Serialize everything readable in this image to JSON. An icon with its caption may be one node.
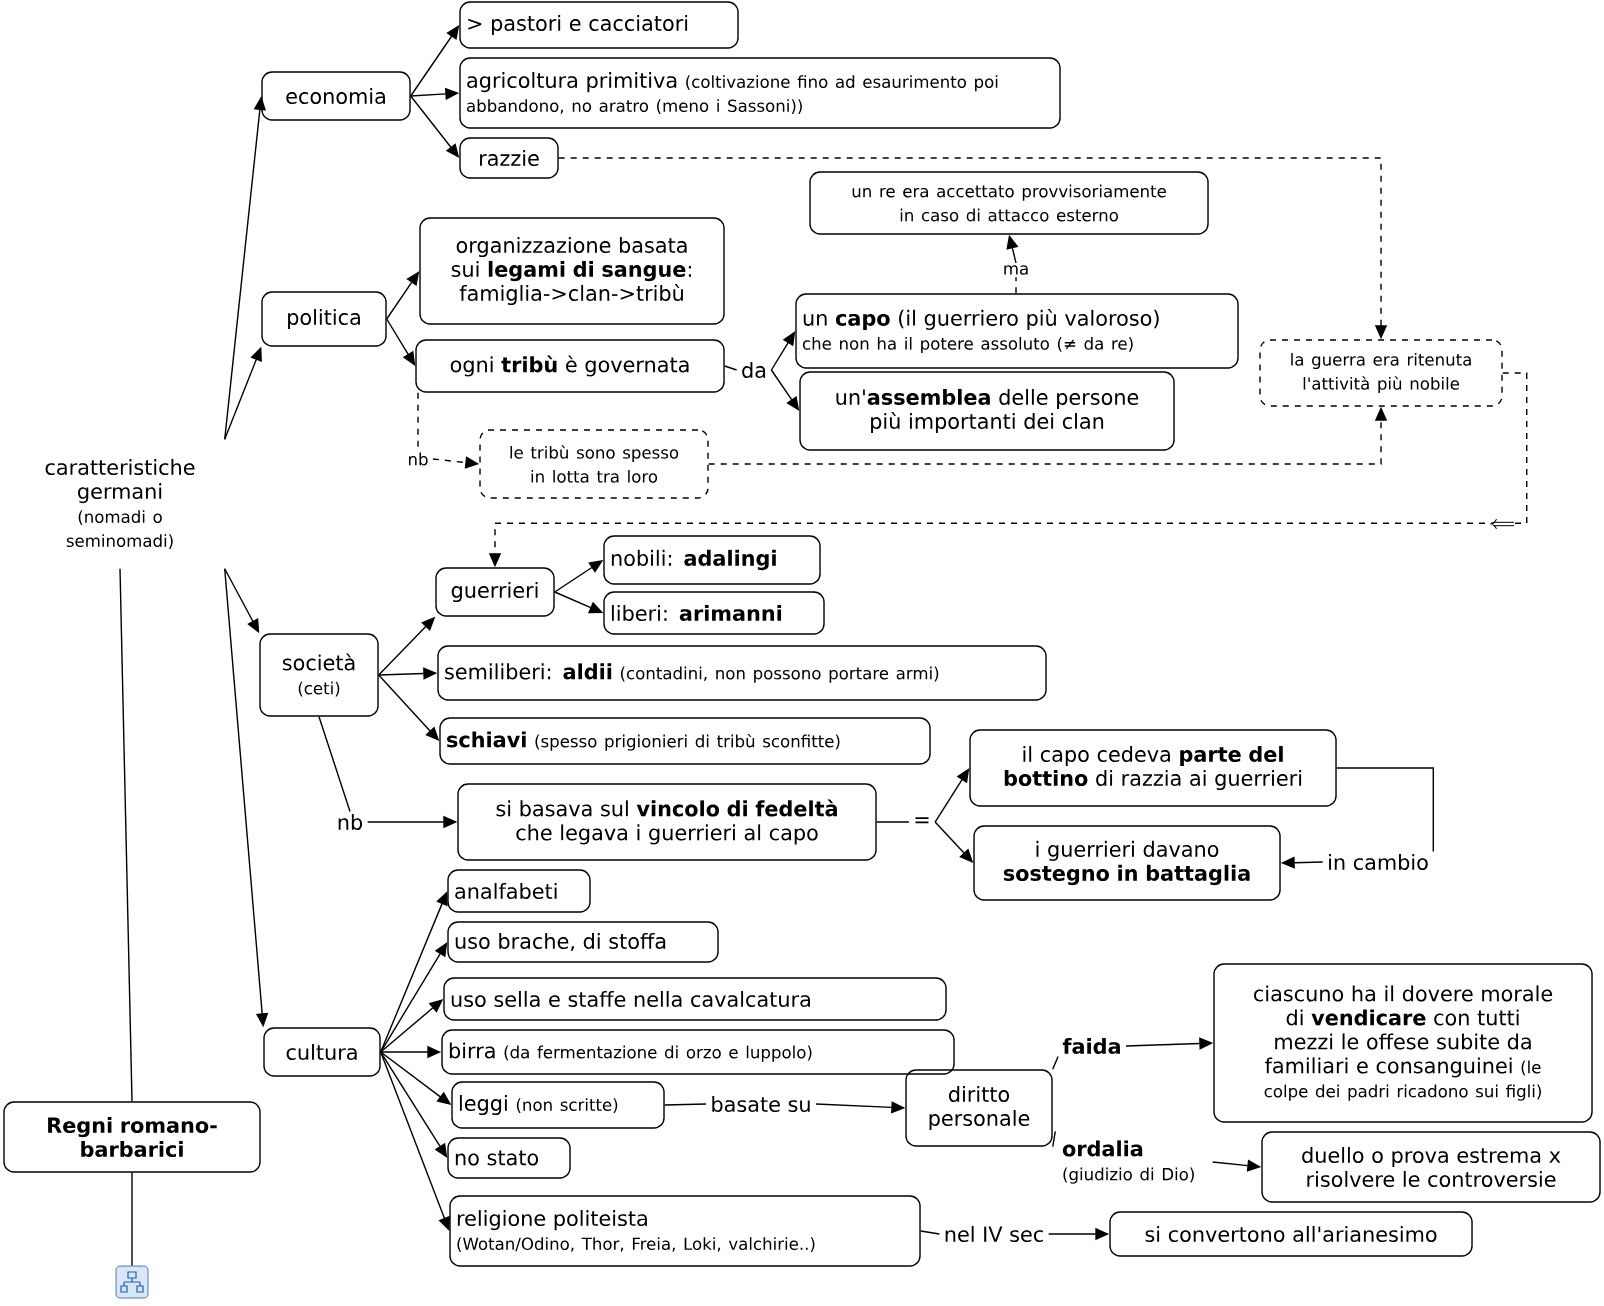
{
  "diagram": {
    "nodes": [
      {
        "text": [
          "caratteristiche germani",
          "(nomadi o seminomadi)"
        ]
      },
      {
        "text": [
          "economia"
        ]
      },
      {
        "text": [
          "> pastori e cacciatori"
        ]
      },
      {
        "text": [
          "agricoltura primitiva",
          "(coltivazione fino ad esaurimento poi abbandono, no aratro (meno i Sassoni))"
        ]
      },
      {
        "text": [
          "razzie"
        ]
      },
      {
        "text": [
          "politica"
        ]
      },
      {
        "text": [
          "organizzazione basata sui **legami di sangue**: famiglia->clan->tribù"
        ]
      },
      {
        "text": [
          "ogni **tribù** è governata"
        ]
      },
      {
        "text": [
          "da"
        ]
      },
      {
        "text": [
          "un **capo** (il guerriero più valoroso)",
          "che non ha il potere assoluto (≠ da re)"
        ]
      },
      {
        "text": [
          "un'**assemblea** delle persone più importanti dei clan"
        ]
      },
      {
        "text": [
          "ma"
        ]
      },
      {
        "text": [
          "un re era accettato provvisoriamente in caso di attacco esterno"
        ]
      },
      {
        "text": [
          "nb"
        ]
      },
      {
        "text": [
          "le tribù sono spesso in lotta tra loro"
        ]
      },
      {
        "text": [
          "la guerra era ritenuta l'attività più nobile"
        ]
      },
      {
        "text": [
          "società",
          "(ceti)"
        ]
      },
      {
        "text": [
          "guerrieri"
        ]
      },
      {
        "text": [
          "nobili: **adalingi**"
        ]
      },
      {
        "text": [
          "liberi: **arimanni**"
        ]
      },
      {
        "text": [
          "semiliberi: **aldii**",
          "(contadini, non possono portare armi)"
        ]
      },
      {
        "text": [
          "schiavi",
          "(spesso prigionieri di tribù sconfitte)"
        ]
      },
      {
        "text": [
          "nb"
        ]
      },
      {
        "text": [
          "si basava sul **vincolo di fedeltà** che legava i guerrieri al capo"
        ]
      },
      {
        "text": [
          "="
        ]
      },
      {
        "text": [
          "il capo cedeva **parte del bottino** di razzia ai guerrieri"
        ]
      },
      {
        "text": [
          "i guerrieri davano **sostegno in battaglia**"
        ]
      },
      {
        "text": [
          "in cambio"
        ]
      },
      {
        "text": [
          "cultura"
        ]
      },
      {
        "text": [
          "analfabeti"
        ]
      },
      {
        "text": [
          "uso brache, di stoffa"
        ]
      },
      {
        "text": [
          "uso sella e staffe nella cavalcatura"
        ]
      },
      {
        "text": [
          "birra",
          "(da fermentazione di orzo e luppolo)"
        ]
      },
      {
        "text": [
          "leggi",
          "(non scritte)"
        ]
      },
      {
        "text": [
          "no stato"
        ]
      },
      {
        "text": [
          "religione politeista",
          "(Wotan/Odino, Thor, Freia, Loki, valchirie..)"
        ]
      },
      {
        "text": [
          "basate su"
        ]
      },
      {
        "text": [
          "diritto personale"
        ]
      },
      {
        "text": [
          "faida"
        ]
      },
      {
        "text": [
          "ciascuno ha il dovere morale di **vendicare** con tutti mezzi le offese subite da familiari e consanguinei",
          "(le colpe dei padri ricadono sui figli)"
        ]
      },
      {
        "text": [
          "ordalia",
          "(giudizio di Dio)"
        ]
      },
      {
        "text": [
          "duello o prova estrema x risolvere le controversie"
        ]
      },
      {
        "text": [
          "nel IV sec"
        ]
      },
      {
        "text": [
          "si convertono all'arianesimo"
        ]
      },
      {
        "text": [
          "Regni romano-barbarici"
        ]
      },
      {
        "text": [],
        "shape": "box"
      }
    ],
    "edges": [
      {
        "from": 0,
        "to": 1,
        "arrow": "to"
      },
      {
        "from": 0,
        "to": 5,
        "arrow": "to"
      },
      {
        "from": 0,
        "to": 16,
        "arrow": "to"
      },
      {
        "from": 0,
        "to": 28,
        "arrow": "to"
      },
      {
        "from": 0,
        "to": 44,
        "arrow": "none"
      },
      {
        "from": 44,
        "to": 45,
        "arrow": "none"
      },
      {
        "from": 1,
        "to": 2,
        "arrow": "to"
      },
      {
        "from": 1,
        "to": 3,
        "arrow": "to"
      },
      {
        "from": 1,
        "to": 4,
        "arrow": "to"
      },
      {
        "from": 4,
        "to": 15,
        "arrow": "to",
        "style": "dashed"
      },
      {
        "from": 5,
        "to": 6,
        "arrow": "to"
      },
      {
        "from": 5,
        "to": 7,
        "arrow": "to"
      },
      {
        "from": 7,
        "to": 8,
        "arrow": "none"
      },
      {
        "from": 8,
        "to": 9,
        "arrow": "to"
      },
      {
        "from": 8,
        "to": 10,
        "arrow": "to"
      },
      {
        "from": 9,
        "to": 11,
        "arrow": "none",
        "style": "dashed"
      },
      {
        "from": 11,
        "to": 12,
        "arrow": "to"
      },
      {
        "from": 7,
        "to": 13,
        "arrow": "none",
        "style": "dashed"
      },
      {
        "from": 13,
        "to": 14,
        "arrow": "to",
        "style": "dashed"
      },
      {
        "from": 14,
        "to": 15,
        "arrow": "to",
        "style": "dashed"
      },
      {
        "from": 15,
        "to": 17,
        "arrow": "to",
        "style": "dashed"
      },
      {
        "from": 16,
        "to": 17,
        "arrow": "to"
      },
      {
        "from": 16,
        "to": 20,
        "arrow": "to"
      },
      {
        "from": 16,
        "to": 21,
        "arrow": "to"
      },
      {
        "from": 17,
        "to": 18,
        "arrow": "to"
      },
      {
        "from": 17,
        "to": 19,
        "arrow": "to"
      },
      {
        "from": 16,
        "to": 22,
        "arrow": "none"
      },
      {
        "from": 22,
        "to": 23,
        "arrow": "to"
      },
      {
        "from": 23,
        "to": 24,
        "arrow": "none"
      },
      {
        "from": 24,
        "to": 25,
        "arrow": "to"
      },
      {
        "from": 24,
        "to": 26,
        "arrow": "to"
      },
      {
        "from": 25,
        "to": 27,
        "arrow": "none"
      },
      {
        "from": 27,
        "to": 26,
        "arrow": "to"
      },
      {
        "from": 28,
        "to": 29,
        "arrow": "to"
      },
      {
        "from": 28,
        "to": 30,
        "arrow": "to"
      },
      {
        "from": 28,
        "to": 31,
        "arrow": "to"
      },
      {
        "from": 28,
        "to": 32,
        "arrow": "to"
      },
      {
        "from": 28,
        "to": 33,
        "arrow": "to"
      },
      {
        "from": 28,
        "to": 34,
        "arrow": "to"
      },
      {
        "from": 28,
        "to": 35,
        "arrow": "to"
      },
      {
        "from": 33,
        "to": 36,
        "arrow": "none"
      },
      {
        "from": 36,
        "to": 37,
        "arrow": "to"
      },
      {
        "from": 37,
        "to": 38,
        "arrow": "none"
      },
      {
        "from": 38,
        "to": 39,
        "arrow": "to"
      },
      {
        "from": 37,
        "to": 40,
        "arrow": "none"
      },
      {
        "from": 40,
        "to": 41,
        "arrow": "to"
      },
      {
        "from": 35,
        "to": 42,
        "arrow": "none"
      },
      {
        "from": 42,
        "to": 43,
        "arrow": "to"
      }
    ]
  }
}
